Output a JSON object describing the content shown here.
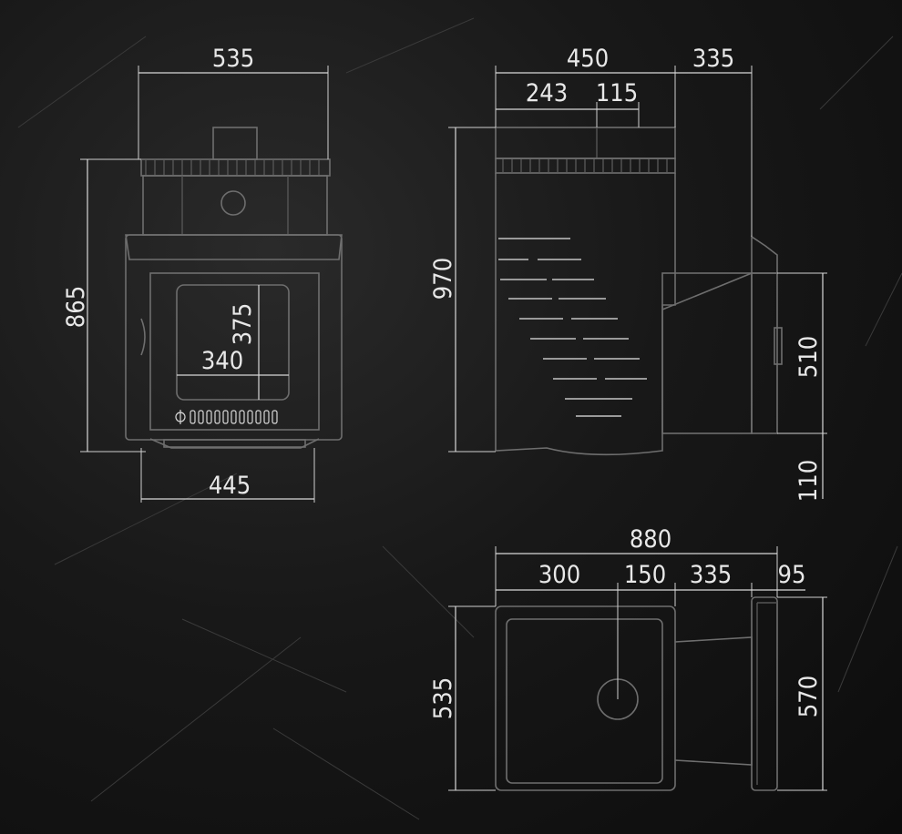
{
  "front_view": {
    "width_top": "535",
    "height": "865",
    "glass_width": "340",
    "glass_height": "375",
    "width_bottom": "445"
  },
  "side_view": {
    "width": "450",
    "offset": "335",
    "dim_243": "243",
    "dim_115": "115",
    "height": "970",
    "tank_height": "510",
    "base_height": "110"
  },
  "top_view": {
    "total": "880",
    "dim_300": "300",
    "dim_150": "150",
    "dim_335": "335",
    "dim_95": "95",
    "depth": "535",
    "tank_depth": "570"
  },
  "colors": {
    "background": "#151515",
    "dimension_lines": "#d8d8d8",
    "outline": "#6e6e6e"
  }
}
